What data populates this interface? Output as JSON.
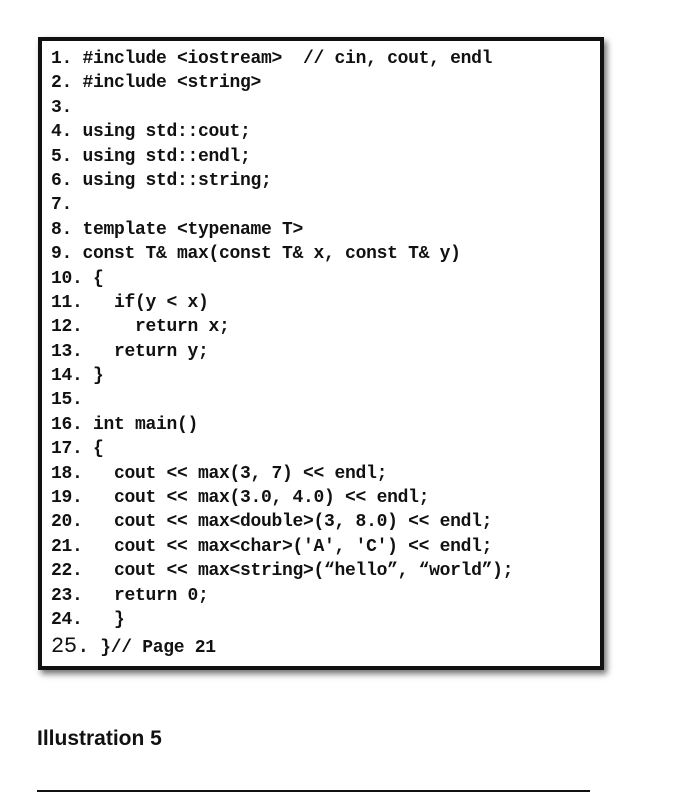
{
  "code": {
    "lines": [
      {
        "num": "1.",
        "text": " #include <iostream>  // cin, cout, endl"
      },
      {
        "num": "2.",
        "text": " #include <string>"
      },
      {
        "num": "3.",
        "text": ""
      },
      {
        "num": "4.",
        "text": " using std::cout;"
      },
      {
        "num": "5.",
        "text": " using std::endl;"
      },
      {
        "num": "6.",
        "text": " using std::string;"
      },
      {
        "num": "7.",
        "text": ""
      },
      {
        "num": "8.",
        "text": " template <typename T>"
      },
      {
        "num": "9.",
        "text": " const T& max(const T& x, const T& y)"
      },
      {
        "num": "10.",
        "text": " {"
      },
      {
        "num": "11.",
        "text": "   if(y < x)"
      },
      {
        "num": "12.",
        "text": "     return x;"
      },
      {
        "num": "13.",
        "text": "   return y;"
      },
      {
        "num": "14.",
        "text": " }"
      },
      {
        "num": "15.",
        "text": ""
      },
      {
        "num": "16.",
        "text": " int main()"
      },
      {
        "num": "17.",
        "text": " {"
      },
      {
        "num": "18.",
        "text": "   cout << max(3, 7) << endl;"
      },
      {
        "num": "19.",
        "text": "   cout << max(3.0, 4.0) << endl;"
      },
      {
        "num": "20.",
        "text": "   cout << max<double>(3, 8.0) << endl;"
      },
      {
        "num": "21.",
        "text": "   cout << max<char>('A', 'C') << endl;"
      },
      {
        "num": "22.",
        "text": "   cout << max<string>(“hello”, “world”);"
      },
      {
        "num": "23.",
        "text": "   return 0;"
      },
      {
        "num": "24.",
        "text": "   }"
      }
    ],
    "last_line": {
      "num": "25.",
      "text": " }// Page 21"
    }
  },
  "caption": "Illustration 5"
}
